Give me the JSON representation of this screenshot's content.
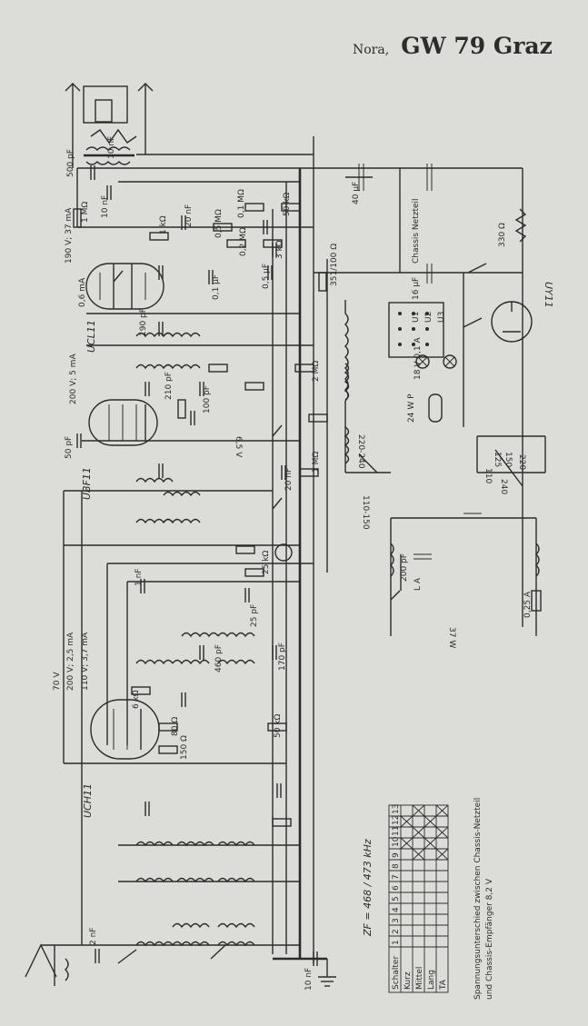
{
  "header": {
    "brand": "Nora,",
    "model": "GW 79 Graz"
  },
  "tubes": {
    "ucl11_top": "UCL11",
    "ubf11": "UBF11",
    "uch11": "UCH11",
    "uy11": "UY11"
  },
  "voltages": {
    "v190": "190 V; 37 mA",
    "v06": "0,6 mA",
    "v200a": "200 V; 5 mA",
    "v70": "70 V",
    "v200b": "200 V; 2,5 mA",
    "v110": "110 V; 3,7 mA",
    "v65": "6,5 V",
    "v37w": "37 W",
    "v110_150": "110-150",
    "v220_240": "220-240",
    "sel110": "110",
    "sel125": "125",
    "sel150": "150",
    "sel220": "220",
    "sel240": "240"
  },
  "components": {
    "c500": "500 pF",
    "c10n_top": "10 nF",
    "c10n_a": "10 nF",
    "r1m": "1 MΩ",
    "r1k": "1 kΩ",
    "c20n": "20 nF",
    "r01": "0,1 MΩ",
    "r05": "0,5 MΩ",
    "r50k": "50 kΩ",
    "r02": "0,2 MΩ",
    "c01u": "0,1 µF",
    "r3k": "3 kΩ",
    "c05": "0,5 µF",
    "c40u": "40 µF",
    "c16u": "16 µF",
    "r351": "351/100 Ω",
    "chassis": "Chassis Netzteil",
    "r330": "330 Ω",
    "c190p": "190 pF",
    "c210p": "210 pF",
    "c100p": "100 pF",
    "r2m": "2 MΩ",
    "c50p": "50 pF",
    "r1mb": "1 MΩ",
    "c20n_b": "20 nF",
    "r25k": "25 kΩ",
    "c1n": "1 nF",
    "c25p": "25 pF",
    "c460": "460 pF",
    "c170": "170 pF",
    "r6k": "6 kΩ",
    "r80": "80 Ω",
    "r150": "150 Ω",
    "r50k_b": "50 kΩ",
    "c200p": "200 pF",
    "c2n": "2 nF",
    "c10n_bot": "10 nF",
    "lamp": "18 V 0,1 A",
    "pil": "24 W P",
    "fuse": "0,25 A",
    "la": "L A"
  },
  "switch_positions": [
    "U1",
    "U2",
    "U3"
  ],
  "notes": {
    "zf": "ZF = 468 / 473 kHz",
    "note1": "Spannungsunterschied zwischen Chassis-Netzteil",
    "note2": "und Chassis-Empfänger 8,2 V"
  },
  "switch_table": {
    "header": [
      "Schalter",
      "1",
      "2",
      "3",
      "4",
      "5",
      "6",
      "7",
      "8",
      "9",
      "10",
      "11",
      "12",
      "13"
    ],
    "rows": [
      "Kurz",
      "Mittel",
      "Lang",
      "TA"
    ]
  }
}
